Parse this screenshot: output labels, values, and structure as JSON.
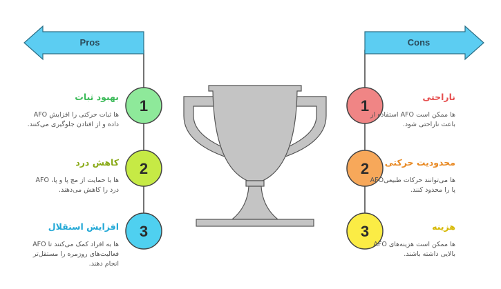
{
  "pros": {
    "label": "Pros",
    "items": [
      {
        "number": "1",
        "title": "بهبود ثبات",
        "desc_line1": "ها ثبات حرکتی را افزایش AFO",
        "desc_line2": "داده و از افتادن جلوگیری می‌کنند.",
        "color": "#8ee99a",
        "title_color": "#3dbb5a"
      },
      {
        "number": "2",
        "title": "کاهش درد",
        "desc_line1": "ها با حمایت از مچ پا و پا، AFO",
        "desc_line2": "درد را کاهش می‌دهند.",
        "color": "#c6ea45",
        "title_color": "#8aaa18"
      },
      {
        "number": "3",
        "title": "افزایش استقلال",
        "desc_line1": "ها به افراد کمک می‌کنند تا AFO",
        "desc_line2": "فعالیت‌های روزمره را مستقل‌تر",
        "desc_line3": "انجام دهند.",
        "color": "#4fd0f0",
        "title_color": "#22a8d6"
      }
    ]
  },
  "cons": {
    "label": "Cons",
    "items": [
      {
        "number": "1",
        "title": "ناراحتی",
        "desc_line1": "ها ممکن است AFO استفاده از",
        "desc_line2": "باعث ناراحتی شود.",
        "color": "#f08585",
        "title_color": "#e65050"
      },
      {
        "number": "2",
        "title": "محدودیت حرکتی",
        "desc_line1": "ها می‌توانند حرکات طبیعیAFO",
        "desc_line2": "پا را محدود کنند.",
        "color": "#f7a85a",
        "title_color": "#e88a25"
      },
      {
        "number": "3",
        "title": "هزینه",
        "desc_line1": "ها ممکن است هزینه‌های AFO",
        "desc_line2": "بالایی داشته باشند.",
        "color": "#fbec45",
        "title_color": "#d6b800"
      }
    ]
  },
  "colors": {
    "banner": "#5ccdf2",
    "trophy": "#c4c4c4",
    "trophy_stroke": "#555555",
    "line": "#444444"
  }
}
